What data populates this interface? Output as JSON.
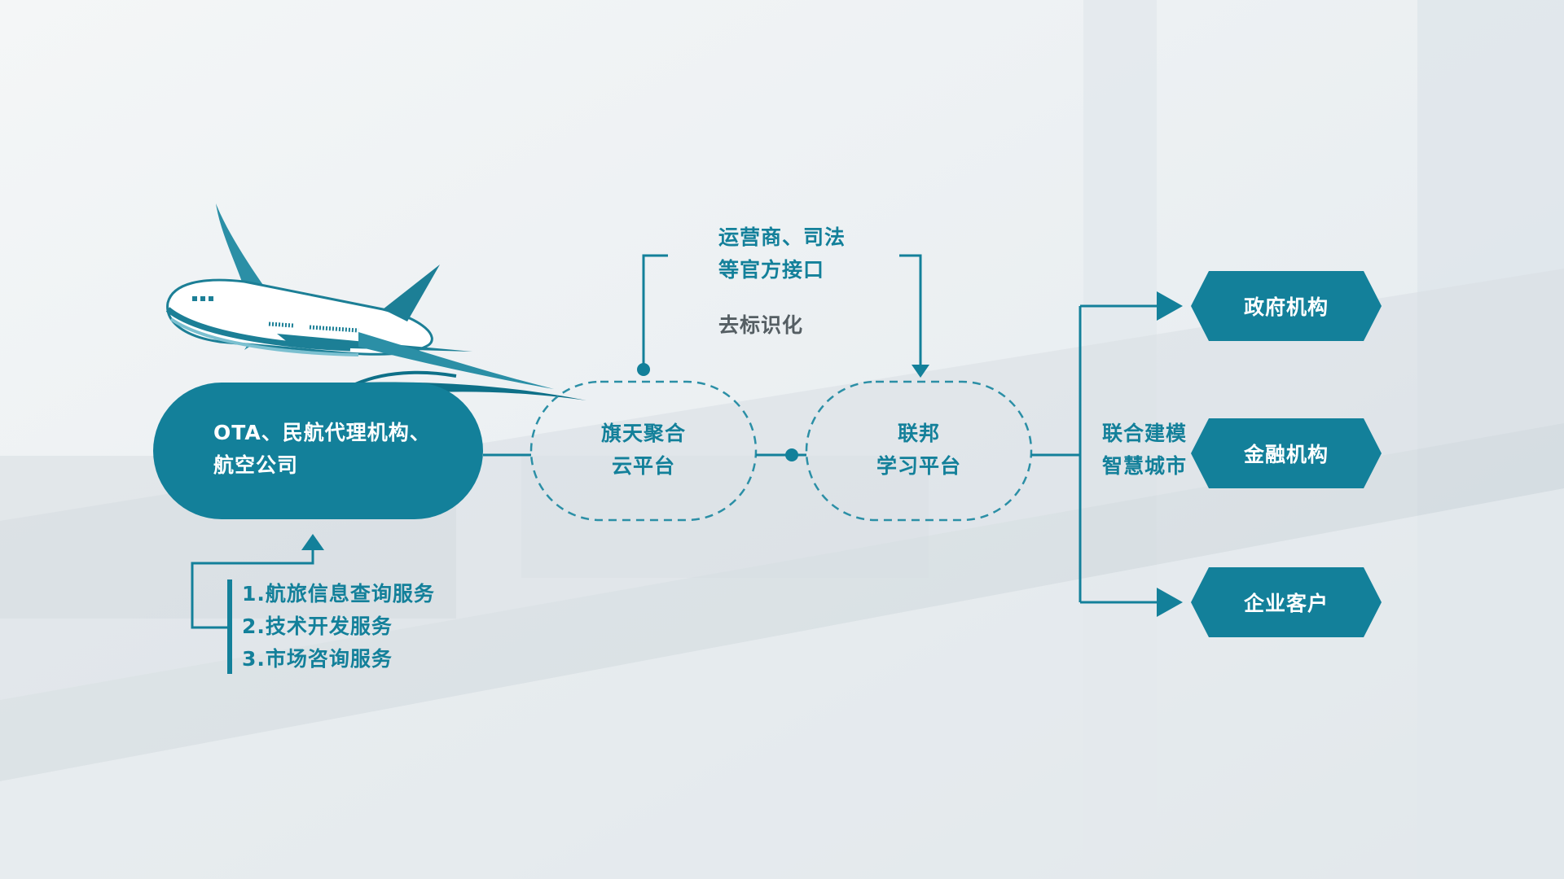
{
  "source_node": {
    "line1": "OTA、民航代理机构、",
    "line2": "航空公司"
  },
  "services": [
    "1.航旅信息查询服务",
    "2.技术开发服务",
    "3.市场咨询服务"
  ],
  "interface_note": {
    "line1": "运营商、司法",
    "line2": "等官方接口",
    "note": "去标识化"
  },
  "cloud_platform": {
    "line1": "旗天聚合",
    "line2": "云平台"
  },
  "federated_platform": {
    "line1": "联邦",
    "line2": "学习平台"
  },
  "modeling_label": {
    "line1": "联合建模",
    "line2": "智慧城市"
  },
  "targets": [
    "政府机构",
    "金融机构",
    "企业客户"
  ],
  "colors": {
    "teal": "#13809a",
    "dark_teal": "#0e7088",
    "grey_text": "#555e63"
  },
  "icons": {
    "airplane": "airplane-icon"
  }
}
